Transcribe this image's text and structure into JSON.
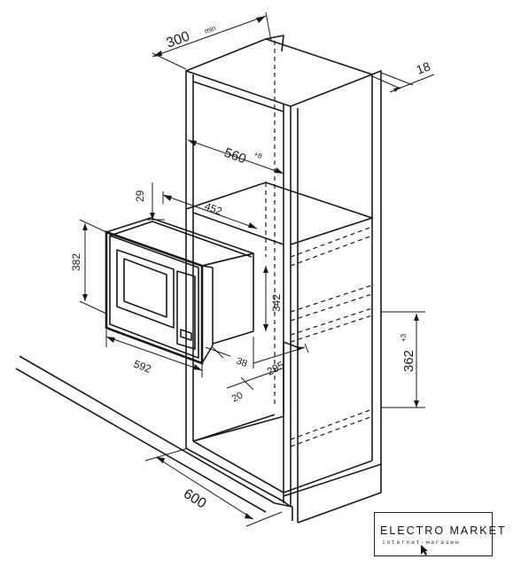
{
  "dimensions": {
    "cabinet_depth_min": "300",
    "cabinet_depth_min_suffix": "min",
    "panel_thickness": "18",
    "niche_width": "560",
    "niche_width_tolerance": "+8",
    "top_gap": "29",
    "device_depth": "452",
    "device_height": "382",
    "body_height": "342",
    "niche_height": "362",
    "niche_height_tolerance": "+3",
    "device_width": "592",
    "frame_offset": "38",
    "body_depth": "295",
    "bottom_offset": "20",
    "cabinet_width": "600"
  },
  "logo": {
    "title": "ELECTRO MARKET",
    "subtitle": "internet-магазин"
  }
}
